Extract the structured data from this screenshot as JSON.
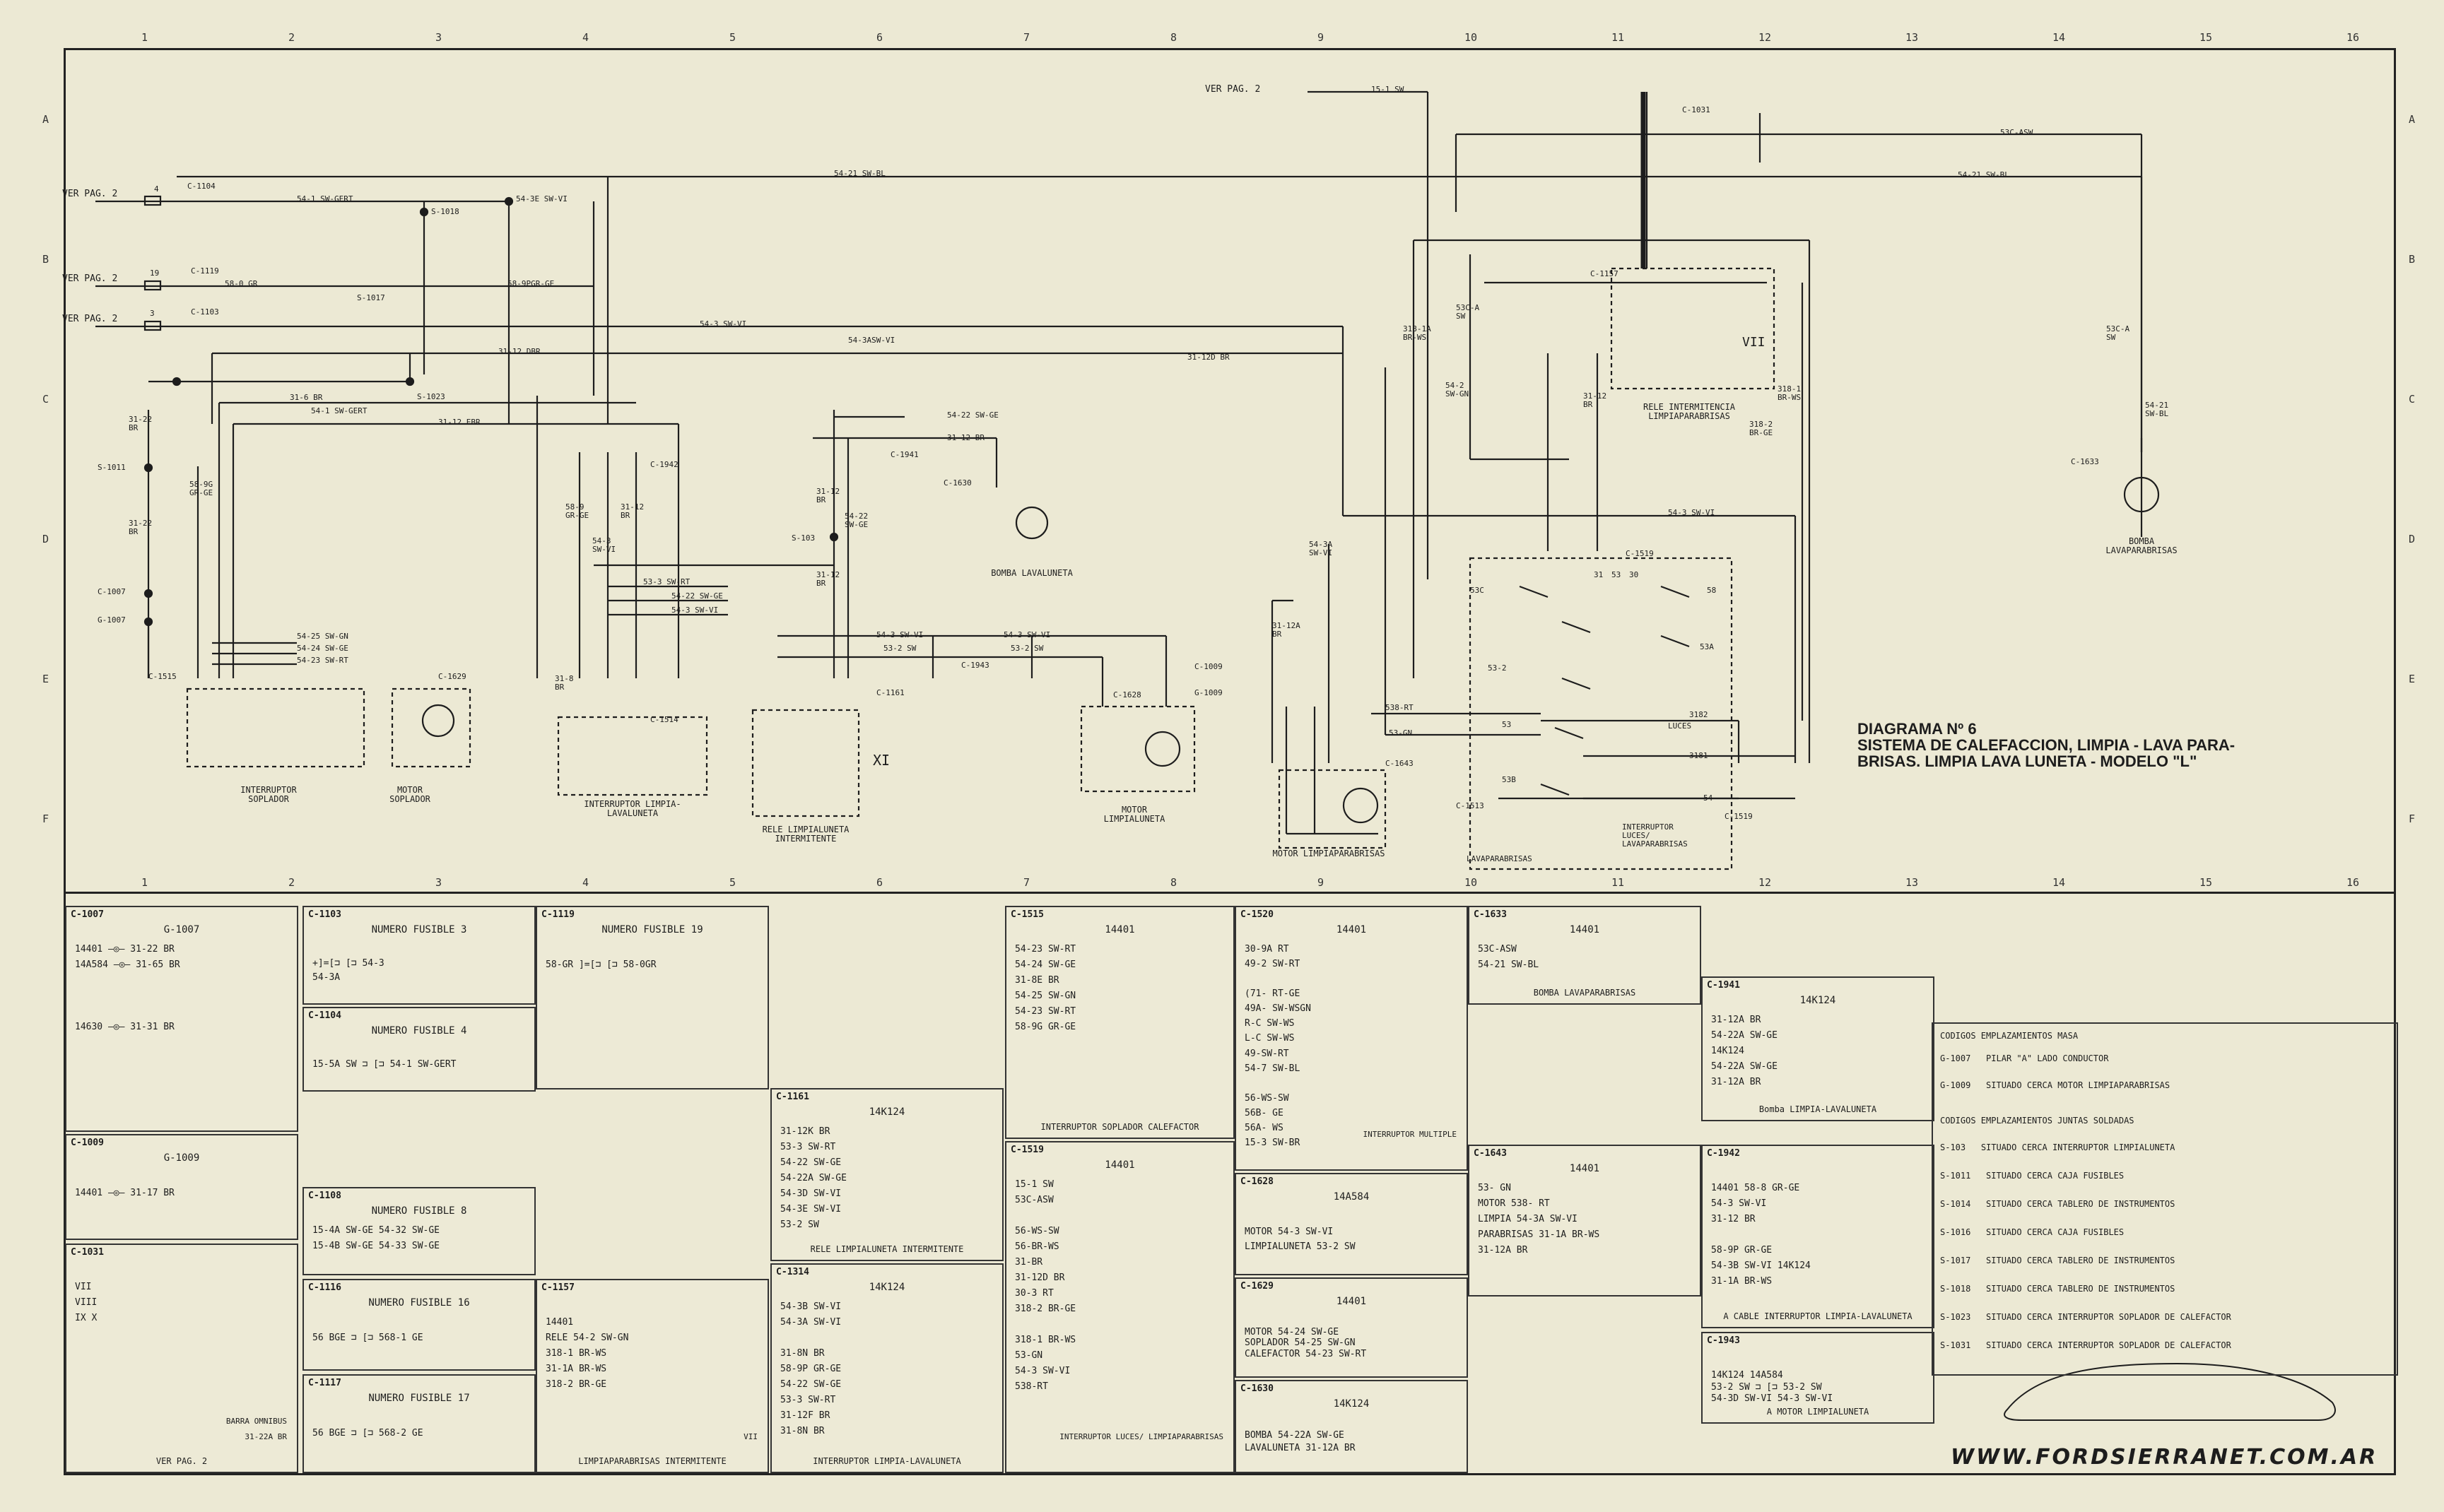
{
  "grid": {
    "columns": [
      "1",
      "2",
      "3",
      "4",
      "5",
      "6",
      "7",
      "8",
      "9",
      "10",
      "11",
      "12",
      "13",
      "14",
      "15",
      "16"
    ],
    "rows": [
      "A",
      "B",
      "C",
      "D",
      "E",
      "F"
    ]
  },
  "title": {
    "line1": "DIAGRAMA Nº 6",
    "line2": "SISTEMA DE CALEFACCION, LIMPIA - LAVA PARA-",
    "line3": "BRISAS. LIMPIA LAVA LUNETA - MODELO \"L\""
  },
  "ver_pag": [
    "VER PAG. 2",
    "VER PAG. 2",
    "VER PAG. 2"
  ],
  "top_ref": "VER PAG. 2",
  "wires": {
    "w1": "54-1 SW-GERT",
    "w2": "54-3E SW-VI",
    "w3": "54-21 SW-BL",
    "w4": "58-0 GR",
    "w5": "58-9PGR-GE",
    "w6": "54-3 SW-VI",
    "w7": "54-3ASW-VI",
    "w8": "31-12 DBR",
    "w9": "31-12D BR",
    "w10": "31-6 BR",
    "w11": "54-1 SW-GERT",
    "w12": "31-12 EBR",
    "w13": "15-1 SW",
    "w14": "53C-ASW",
    "w15": "54-21 SW-BL",
    "w16": "54-3 SW-VI",
    "w17": "54-22 SW-GE",
    "w18": "31-12 BR",
    "w19": "53-3 SW-RT",
    "w20": "54-22 SW-GE",
    "w21": "54-3 SW-VI",
    "w22": "54-25 SW-GN",
    "w23": "54-24 SW-GE",
    "w24": "54-23 SW-RT",
    "w25": "54-3 SW-VI",
    "w26": "53-2 SW",
    "w27": "54-3 SW-VI",
    "w28": "53-2 SW",
    "w29": "538-RT",
    "w30": "53-GN",
    "w31": "31-22 BR",
    "w32": "58-9G GR-GE",
    "w33": "31-22 BR",
    "w34": "58-9 GR-GE",
    "w35": "31-12 BR",
    "w36": "54-3 SW-VI",
    "w37": "31-12 BR",
    "w38": "54-22 SW-GE",
    "w39": "31-12 BR",
    "w40": "31-8 BR",
    "w41": "54-3A SW-VI",
    "w42": "31-12A BR",
    "w43": "318-1A BR-WS",
    "w44": "53C-A SW",
    "w45": "54-2 SW-GN",
    "w46": "31-12 BR",
    "w47": "318-1 BR-WS",
    "w48": "318-2 BR-GE",
    "w49": "53C-A SW",
    "w50": "54-21 SW-BL"
  },
  "connectors": {
    "c1104": "C-1104",
    "c1119": "C-1119",
    "c1103": "C-1103",
    "c1031": "C-1031",
    "c1157": "C-1157",
    "c1942": "C-1942",
    "c1941": "C-1941",
    "c1630": "C-1630",
    "c1633": "C-1633",
    "c1519a": "C-1519",
    "c1515": "C-1515",
    "c1629": "C-1629",
    "c1514": "C-1514",
    "c1161": "C-1161",
    "c1943": "C-1943",
    "c1628": "C-1628",
    "c1009": "C-1009",
    "c1643": "C-1643",
    "c1513": "C-1513",
    "c1519b": "C-1519",
    "c1007": "C-1007",
    "s1018": "S-1018",
    "s1017": "S-1017",
    "s1023": "S-1023",
    "s1011": "S-1011",
    "s103": "S-103",
    "g1007": "G-1007",
    "g1009": "G-1009"
  },
  "fuses": {
    "f4": "4",
    "f19": "19",
    "f3": "3"
  },
  "components": {
    "rele_intermitencia": "RELE INTERMITENCIA LIMPIAPARABRISAS",
    "rele_num": "VII",
    "bomba_lavaluneta": "BOMBA LAVALUNETA",
    "bomba_lavaparabrisas": "BOMBA LAVAPARABRISAS",
    "interruptor_soplador": "INTERRUPTOR SOPLADOR",
    "motor_soplador": "MOTOR SOPLADOR",
    "interruptor_limpia": "INTERRUPTOR LIMPIA-LAVALUNETA",
    "rele_limpialuneta": "RELE LIMPIALUNETA INTERMITENTE",
    "rele_xi": "XI",
    "motor_limpialuneta": "MOTOR LIMPIALUNETA",
    "motor_limpiaparabrisas": "MOTOR LIMPIAPARABRISAS",
    "lavaparabrisas": "LAVAPARABRISAS",
    "interruptor_luces": "INTERRUPTOR LUCES/ LAVAPARABRISAS",
    "luces": "LUCES"
  },
  "switch_terminals": [
    "53C",
    "53-2",
    "53",
    "53B",
    "31",
    "53",
    "30",
    "58",
    "53A",
    "3182",
    "3181",
    "54"
  ],
  "panels": [
    {
      "id": "c1007",
      "title": "C-1007",
      "head": "G-1007",
      "rows": [
        "14401  —◎— 31-22 BR",
        "14A584 —◎— 31-65 BR",
        "",
        "",
        "",
        "14630  —◎— 31-31 BR"
      ],
      "foot": ""
    },
    {
      "id": "c1103",
      "title": "C-1103",
      "head": "NUMERO FUSIBLE 3",
      "rows": [
        "",
        "+]=[⊐   [⊐  54-3",
        "             54-3A"
      ],
      "foot": ""
    },
    {
      "id": "c1119",
      "title": "C-1119",
      "head": "NUMERO FUSIBLE 19",
      "rows": [
        "",
        "58-GR  ]=[⊐  [⊐  58-0GR"
      ],
      "foot": ""
    },
    {
      "id": "c1104",
      "title": "C-1104",
      "head": "NUMERO FUSIBLE 4",
      "rows": [
        "",
        "15-5A SW ⊐  [⊐  54-1 SW-GERT"
      ],
      "foot": ""
    },
    {
      "id": "c1009",
      "title": "C-1009",
      "head": "G-1009",
      "rows": [
        "",
        "14401    —◎—  31-17 BR"
      ],
      "foot": ""
    },
    {
      "id": "c1108",
      "title": "C-1108",
      "head": "NUMERO FUSIBLE 8",
      "rows": [
        "15-4A SW-GE  54-32 SW-GE",
        "15-4B SW-GE  54-33 SW-GE"
      ],
      "foot": ""
    },
    {
      "id": "c1031",
      "title": "C-1031",
      "head": "",
      "rows": [
        "  VII",
        "  VIII",
        "  IX                       X"
      ],
      "foot": "VER PAG. 2",
      "extra": [
        "31-22A BR",
        "BARRA OMNIBUS"
      ]
    },
    {
      "id": "c1116",
      "title": "C-1116",
      "head": "NUMERO FUSIBLE 16",
      "rows": [
        "",
        "56 BGE   ⊐  [⊐  568-1 GE"
      ],
      "foot": ""
    },
    {
      "id": "c1117",
      "title": "C-1117",
      "head": "NUMERO FUSIBLE 17",
      "rows": [
        "",
        "56 BGE   ⊐  [⊐  568-2 GE"
      ],
      "foot": ""
    },
    {
      "id": "c1157",
      "title": "C-1157",
      "head": "",
      "rows": [
        "              14401",
        "RELE          54-2 SW-GN",
        "              318-1 BR-WS",
        "              31-1A BR-WS",
        "              318-2 BR-GE"
      ],
      "foot": "LIMPIAPARABRISAS INTERMITENTE",
      "extra": [
        "VII"
      ]
    },
    {
      "id": "c1161",
      "title": "C-1161",
      "head": "14K124",
      "rows": [
        "          31-12K BR",
        "          53-3 SW-RT",
        "          54-22 SW-GE",
        "          54-22A SW-GE",
        "          54-3D SW-VI",
        "          54-3E SW-VI",
        "          53-2 SW"
      ],
      "foot": "RELE LIMPIALUNETA INTERMITENTE"
    },
    {
      "id": "c1314",
      "title": "C-1314",
      "head": "14K124",
      "rows": [
        "          54-3B SW-VI",
        "          54-3A SW-VI",
        "",
        "          31-8N BR",
        "          58-9P GR-GE",
        "          54-22 SW-GE",
        "          53-3 SW-RT",
        "          31-12F BR",
        "          31-8N BR"
      ],
      "foot": "INTERRUPTOR LIMPIA-LAVALUNETA"
    },
    {
      "id": "c1515",
      "title": "C-1515",
      "head": "14401",
      "rows": [
        "          54-23 SW-RT",
        "          54-24 SW-GE",
        "          31-8E BR",
        "          54-25 SW-GN",
        "          54-23 SW-RT",
        "          58-9G GR-GE"
      ],
      "foot": "INTERRUPTOR SOPLADOR CALEFACTOR"
    },
    {
      "id": "c1519",
      "title": "C-1519",
      "head": "14401",
      "rows": [
        "          15-1 SW",
        "          53C-ASW",
        "",
        "          56-WS-SW",
        "          56-BR-WS",
        "          31-BR",
        "          31-12D BR",
        "          30-3 RT",
        "          318-2 BR-GE",
        "",
        "          318-1 BR-WS",
        "          53-GN",
        "          54-3 SW-VI",
        "          538-RT"
      ],
      "foot": "",
      "extra": [
        "INTERRUPTOR LUCES/ LIMPIAPARABRISAS"
      ]
    },
    {
      "id": "c1520",
      "title": "C-1520",
      "head": "14401",
      "rows": [
        "          30-9A RT",
        "          49-2 SW-RT",
        "",
        "          (71- RT-GE",
        "          49A- SW-WSGN",
        "          R-C SW-WS",
        "          L-C SW-WS",
        "          49-SW-RT",
        "          54-7 SW-BL",
        "",
        "          56-WS-SW",
        "          56B- GE",
        "          56A- WS",
        "          15-3 SW-BR"
      ],
      "foot": "",
      "extra": [
        "INTERRUPTOR MULTIPLE"
      ]
    },
    {
      "id": "c1628",
      "title": "C-1628",
      "head": "14A584",
      "rows": [
        "",
        "MOTOR         54-3 SW-VI",
        "LIMPIALUNETA  53-2 SW"
      ],
      "foot": ""
    },
    {
      "id": "c1629",
      "title": "C-1629",
      "head": "14401",
      "rows": [
        "",
        "MOTOR         54-24 SW-GE",
        "SOPLADOR      54-25 SW-GN",
        "CALEFACTOR    54-23 SW-RT"
      ],
      "foot": ""
    },
    {
      "id": "c1630",
      "title": "C-1630",
      "head": "14K124",
      "rows": [
        "",
        "BOMBA         54-22A SW-GE",
        "LAVALUNETA    31-12A BR"
      ],
      "foot": ""
    },
    {
      "id": "c1633",
      "title": "C-1633",
      "head": "14401",
      "rows": [
        "      53C-ASW",
        "      54-21 SW-BL"
      ],
      "foot": "BOMBA LAVAPARABRISAS"
    },
    {
      "id": "c1643",
      "title": "C-1643",
      "head": "14401",
      "rows": [
        "          53- GN",
        "MOTOR     538- RT",
        "LIMPIA    54-3A SW-VI",
        "PARABRISAS 31-1A BR-WS",
        "          31-12A BR"
      ],
      "foot": ""
    },
    {
      "id": "c1941",
      "title": "C-1941",
      "head": "14K124",
      "rows": [
        "   31-12A BR",
        "   54-22A SW-GE",
        "      14K124",
        "54-22A SW-GE",
        "31-12A BR"
      ],
      "foot": "Bomba LIMPIA-LAVALUNETA"
    },
    {
      "id": "c1942",
      "title": "C-1942",
      "head": "",
      "rows": [
        "14401    58-8 GR-GE",
        "         54-3 SW-VI",
        "         31-12 BR",
        "",
        "58-9P GR-GE",
        "54-3B SW-VI   14K124",
        "31-1A BR-WS"
      ],
      "foot": "A CABLE INTERRUPTOR LIMPIA-LAVALUNETA"
    },
    {
      "id": "c1943",
      "title": "C-1943",
      "head": "",
      "rows": [
        "14K124        14A584",
        "53-2 SW  ⊐   [⊐ 53-2 SW",
        "54-3D SW-VI   54-3 SW-VI"
      ],
      "foot": "A MOTOR LIMPIALUNETA"
    }
  ],
  "codes": {
    "masa_title": "CODIGOS EMPLAZAMIENTOS MASA",
    "masa": [
      {
        "code": "G-1007",
        "desc": "PILAR \"A\" LADO CONDUCTOR"
      },
      {
        "code": "G-1009",
        "desc": "SITUADO CERCA MOTOR LIMPIAPARABRISAS"
      }
    ],
    "juntas_title": "CODIGOS EMPLAZAMIENTOS JUNTAS SOLDADAS",
    "juntas": [
      {
        "code": "S-103",
        "desc": "SITUADO CERCA INTERRUPTOR LIMPIALUNETA"
      },
      {
        "code": "S-1011",
        "desc": "SITUADO CERCA CAJA FUSIBLES"
      },
      {
        "code": "S-1014",
        "desc": "SITUADO CERCA TABLERO DE INSTRUMENTOS"
      },
      {
        "code": "S-1016",
        "desc": "SITUADO CERCA CAJA FUSIBLES"
      },
      {
        "code": "S-1017",
        "desc": "SITUADO CERCA TABLERO DE INSTRUMENTOS"
      },
      {
        "code": "S-1018",
        "desc": "SITUADO CERCA TABLERO DE INSTRUMENTOS"
      },
      {
        "code": "S-1023",
        "desc": "SITUADO CERCA INTERRUPTOR SOPLADOR DE CALEFACTOR"
      },
      {
        "code": "S-1031",
        "desc": "SITUADO CERCA INTERRUPTOR SOPLADOR DE CALEFACTOR"
      }
    ]
  },
  "website": "WWW.FORDSIERRANET.COM.AR",
  "colors": {
    "paper": "#ece9d4",
    "ink": "#1d1d1d",
    "frame": "#222222"
  }
}
